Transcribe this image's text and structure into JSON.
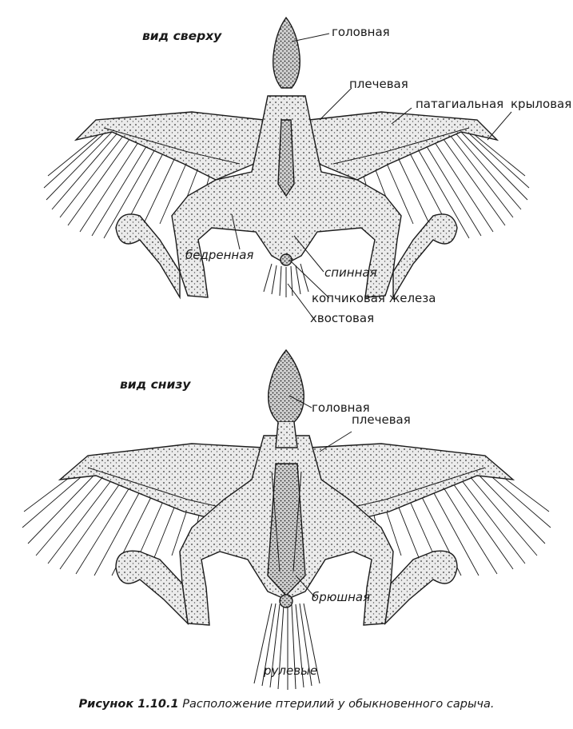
{
  "diagram": {
    "top_view": {
      "title": "вид сверху",
      "labels": {
        "head": "головная",
        "humeral": "плечевая",
        "patagial": "патагиальная",
        "wing": "крыловая",
        "femoral": "бедренная",
        "spinal": "спинная",
        "uropygial_gland": "копчиковая железа",
        "caudal": "хвостовая"
      }
    },
    "bottom_view": {
      "title": "вид снизу",
      "labels": {
        "head": "головная",
        "humeral": "плечевая",
        "ventral": "брюшная",
        "rectrices": "рулевые"
      }
    }
  },
  "caption": {
    "figure_number": "Рисунок 1.10.1",
    "text": "Расположение птерилий у обыкновенного сарыча."
  },
  "colors": {
    "ink": "#1a1a1a",
    "tract_fill": "#dcdcdc",
    "background": "#ffffff"
  }
}
